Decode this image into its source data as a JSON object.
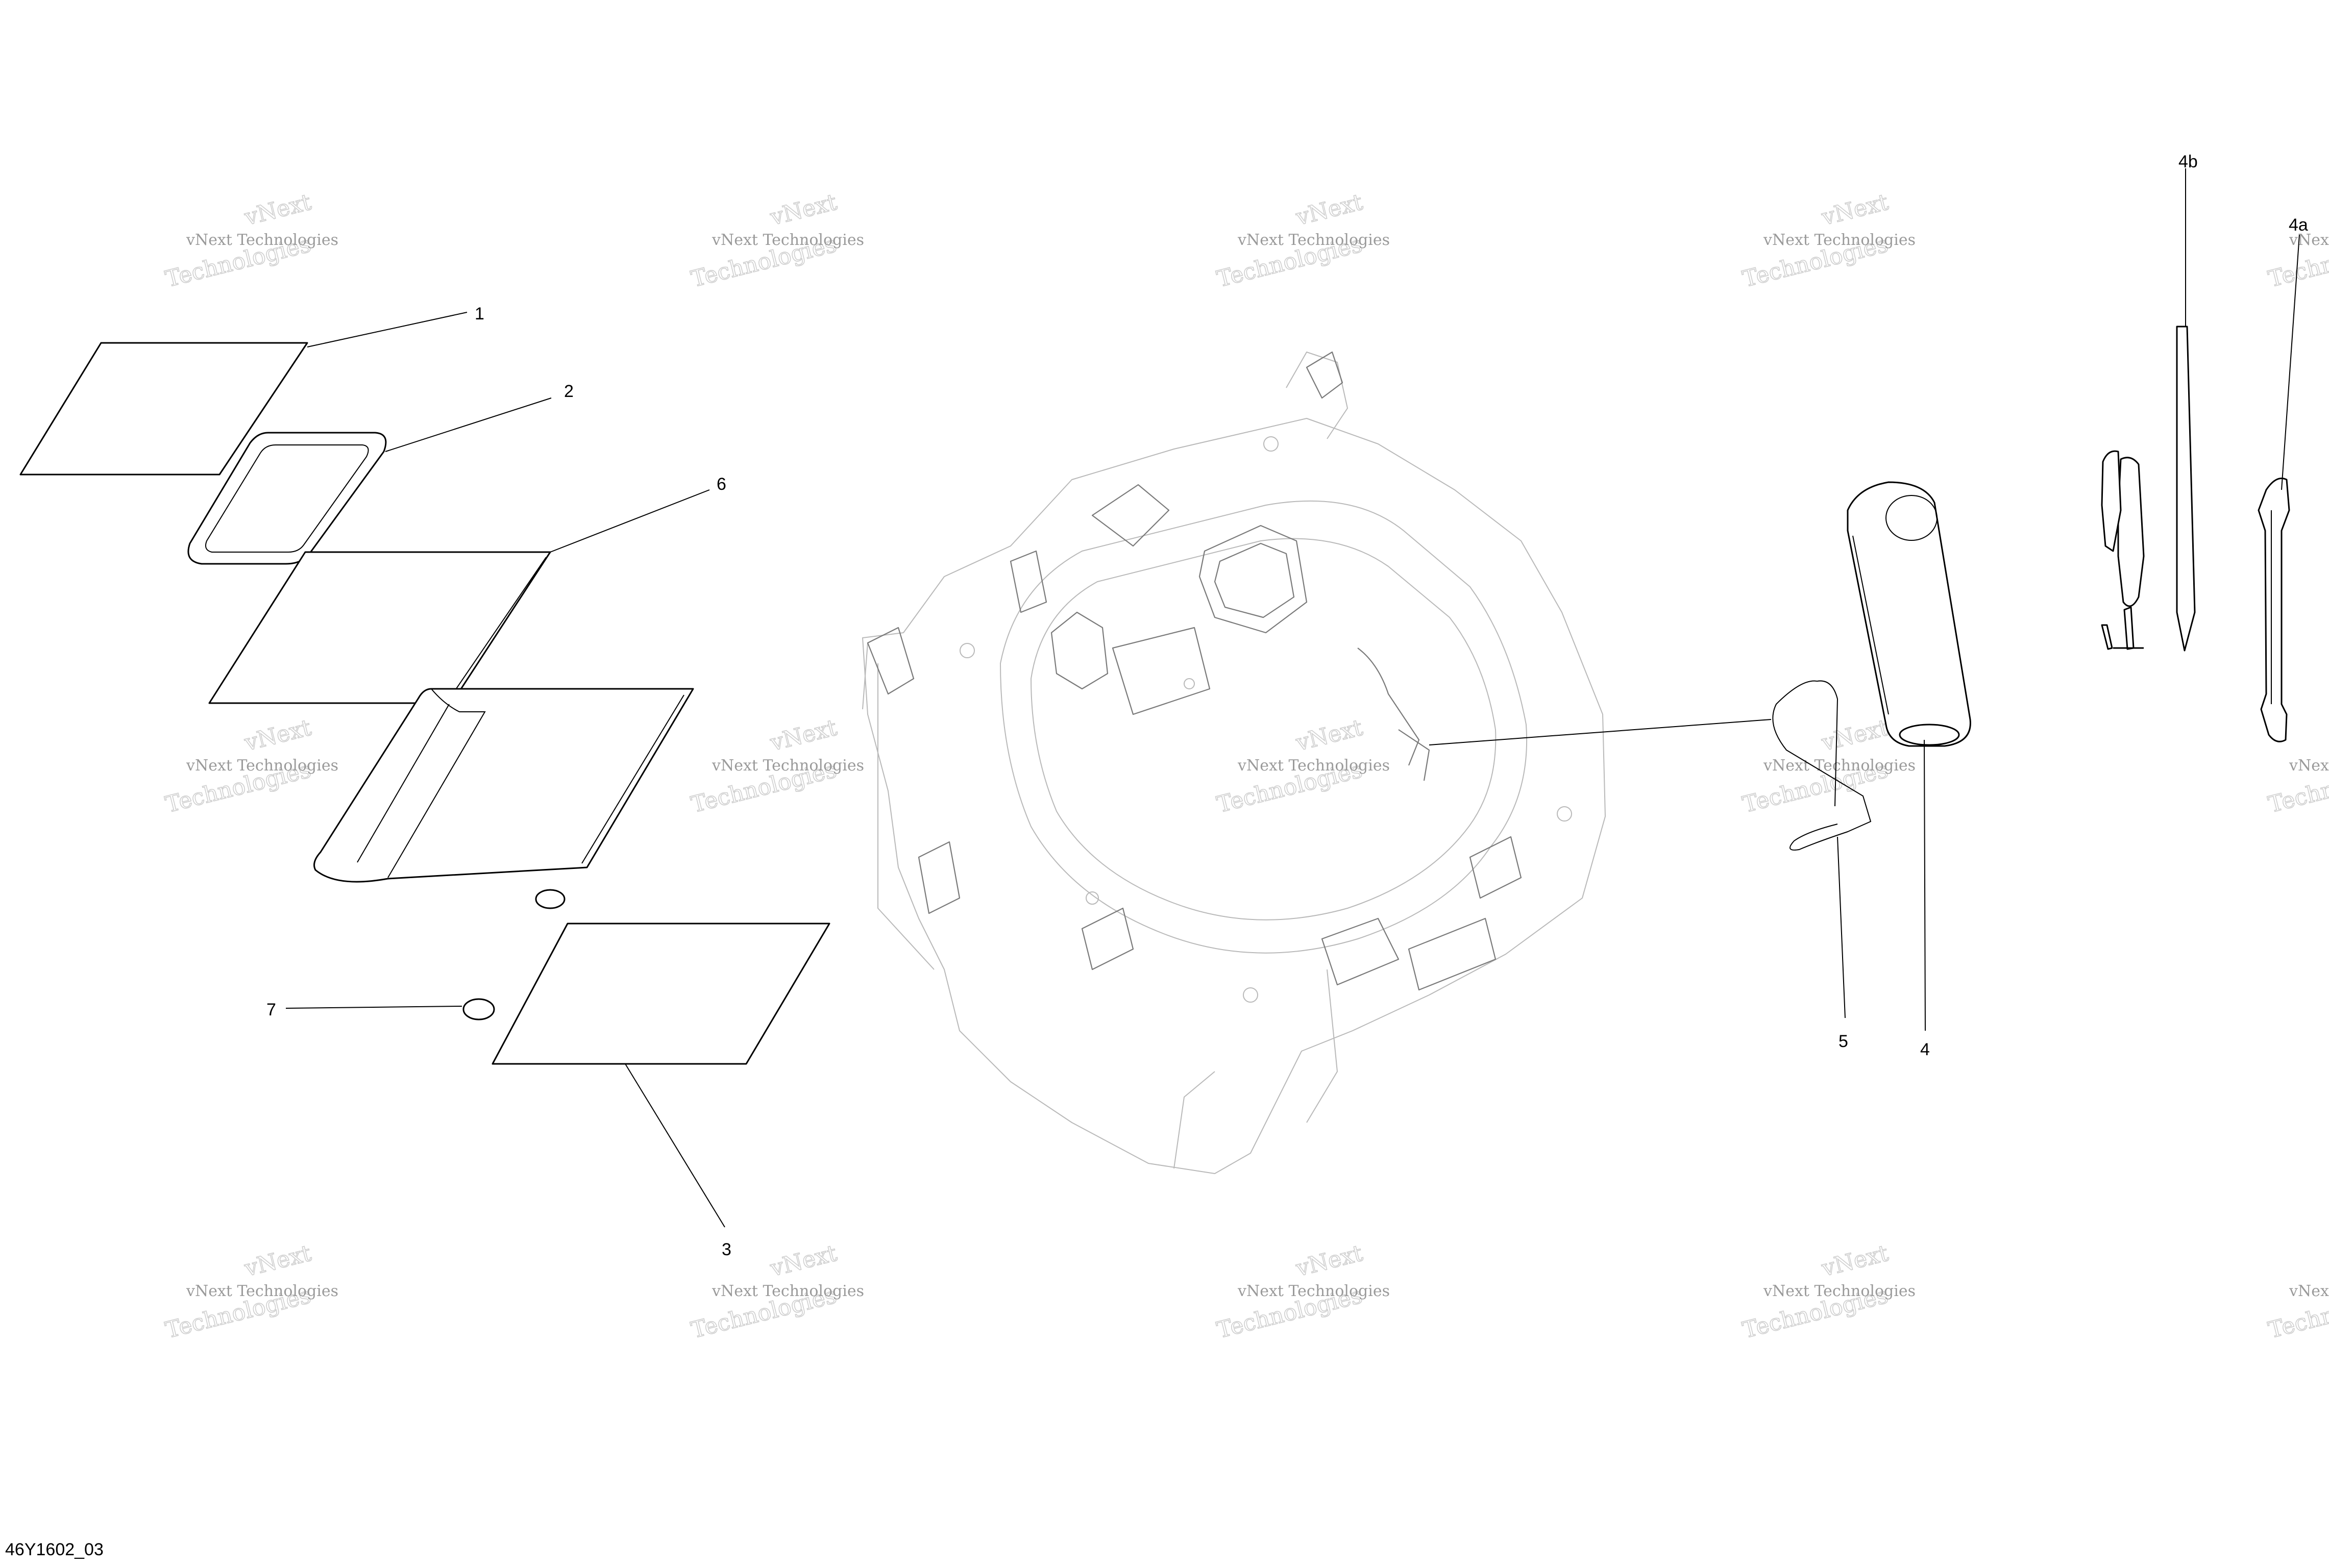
{
  "diagram": {
    "figure_id": "46Y1602_03",
    "watermark": {
      "line1": "vNext Technologies",
      "line2": "vNext",
      "line3": "Technologies"
    },
    "callouts": {
      "c1": "1",
      "c2": "2",
      "c3": "3",
      "c4": "4",
      "c4a": "4a",
      "c4b": "4b",
      "c5": "5",
      "c6": "6",
      "c7": "7"
    }
  }
}
